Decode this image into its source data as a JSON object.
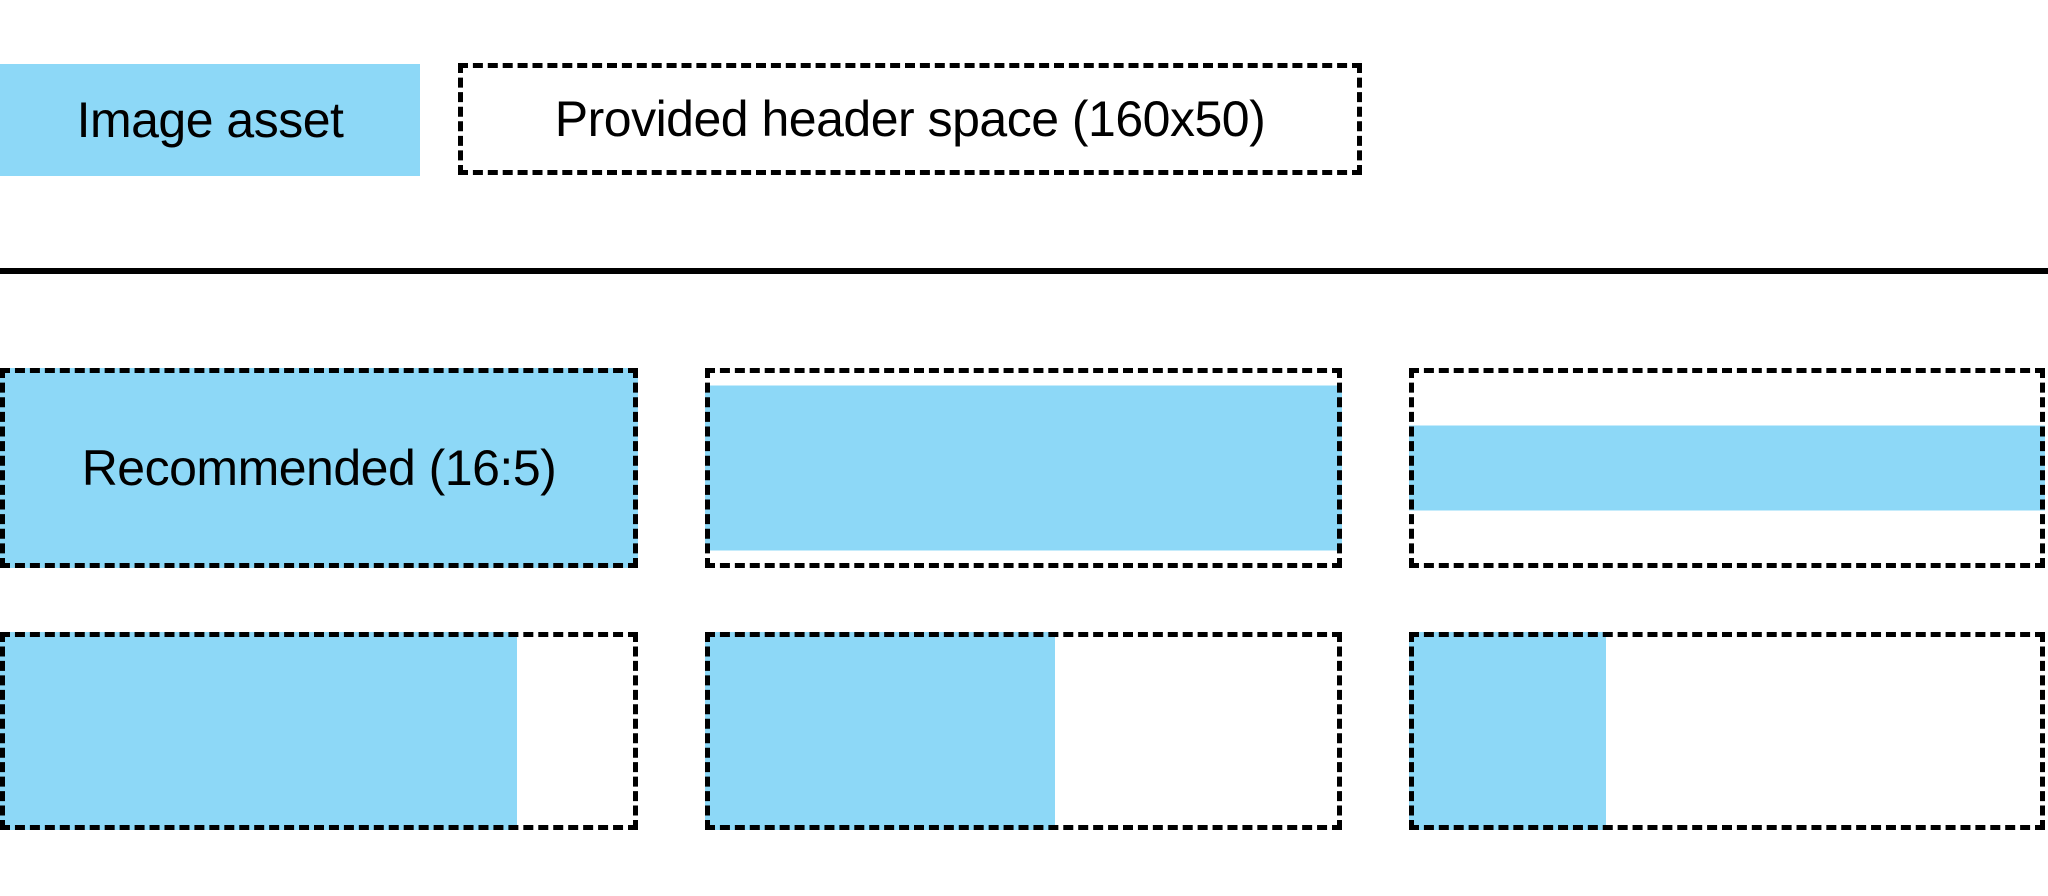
{
  "colors": {
    "image_asset_blue": "#8DD8F7",
    "outline_black": "#000000",
    "background": "#FFFFFF"
  },
  "legend": {
    "image_asset_label": "Image asset",
    "header_space_label": "Provided header space (160x50)"
  },
  "examples": {
    "recommended_label": "Recommended (16:5)",
    "top_row": [
      {
        "fill_width": "100%",
        "fill_height": "100%"
      },
      {
        "fill_width": "100%",
        "fill_height": "82.5%"
      },
      {
        "fill_width": "100%",
        "fill_height": "42.5%"
      }
    ],
    "bottom_row": [
      {
        "fill_width": "81%",
        "fill_height": "100%"
      },
      {
        "fill_width": "55%",
        "fill_height": "100%"
      },
      {
        "fill_width": "31%",
        "fill_height": "100%"
      }
    ]
  }
}
